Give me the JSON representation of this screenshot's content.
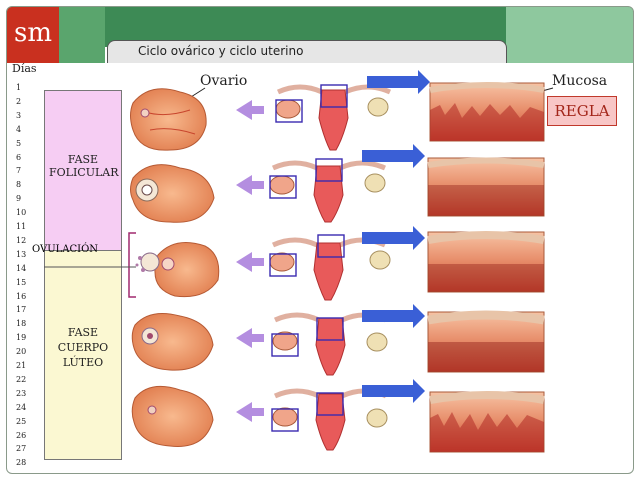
{
  "header": {
    "logo_text": "sm",
    "title": "Ciclo ovárico y ciclo uterino"
  },
  "days": {
    "title": "Días",
    "numbers": [
      "1",
      "2",
      "3",
      "4",
      "5",
      "6",
      "7",
      "8",
      "9",
      "10",
      "11",
      "12",
      "13",
      "14",
      "15",
      "16",
      "17",
      "18",
      "19",
      "20",
      "21",
      "22",
      "23",
      "24",
      "25",
      "26",
      "27",
      "28"
    ]
  },
  "phases": {
    "follicular": "FASE FOLICULAR",
    "ovulation": "OVULACIÓN",
    "luteal": "FASE CUERPO LÚTEO"
  },
  "labels": {
    "ovary": "Ovario",
    "mucosa": "Mucosa",
    "regla": "REGLA"
  },
  "colors": {
    "header_dark": "#3d8a55",
    "header_light": "#8ec89e",
    "logo": "#c9301f",
    "follicular_bg": "#f6cdf3",
    "luteal_bg": "#fbf8d2",
    "blue_arrow": "#3a5fd6",
    "violet_arrow": "#b48ee0"
  },
  "icons": [
    "ovary-illustration",
    "uterus-illustration",
    "endometrium-illustration",
    "blue-arrow-icon",
    "violet-arrow-icon"
  ]
}
